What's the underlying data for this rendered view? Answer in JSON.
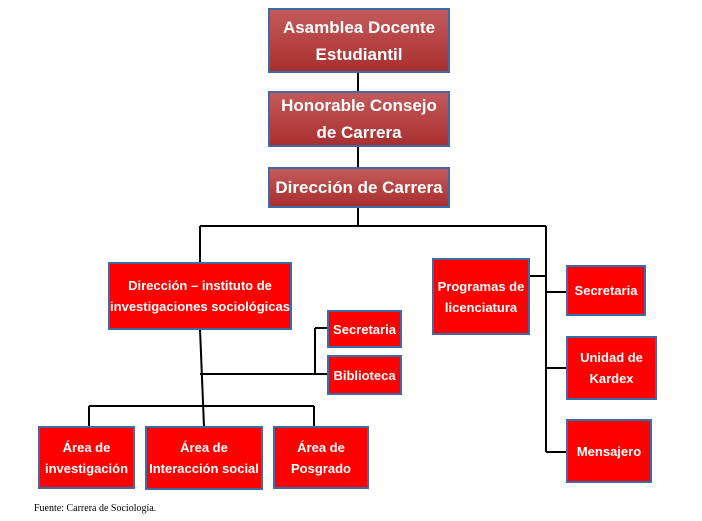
{
  "org_chart": {
    "asamblea": "Asamblea Docente Estudiantil",
    "consejo": "Honorable Consejo de Carrera",
    "direccion_carrera": "Dirección de Carrera",
    "direccion_instituto": "Dirección – instituto de investigaciones sociológicas",
    "secretaria_instituto": "Secretaria",
    "biblioteca": "Biblioteca",
    "area_investigacion": "Área de investigación",
    "area_interaccion": "Área de Interacción social",
    "area_posgrado": "Área de Posgrado",
    "programas_licenciatura": "Programas de licenciatura",
    "secretaria_programas": "Secretaria",
    "unidad_kardex": "Unidad de Kardex",
    "mensajero": "Mensajero"
  },
  "source_note": "Fuente: Carrera de Sociología.",
  "colors": {
    "top_box": "#b84444",
    "unit_box": "#ff0000",
    "box_border": "#3f6aa6",
    "connector": "#000000"
  }
}
